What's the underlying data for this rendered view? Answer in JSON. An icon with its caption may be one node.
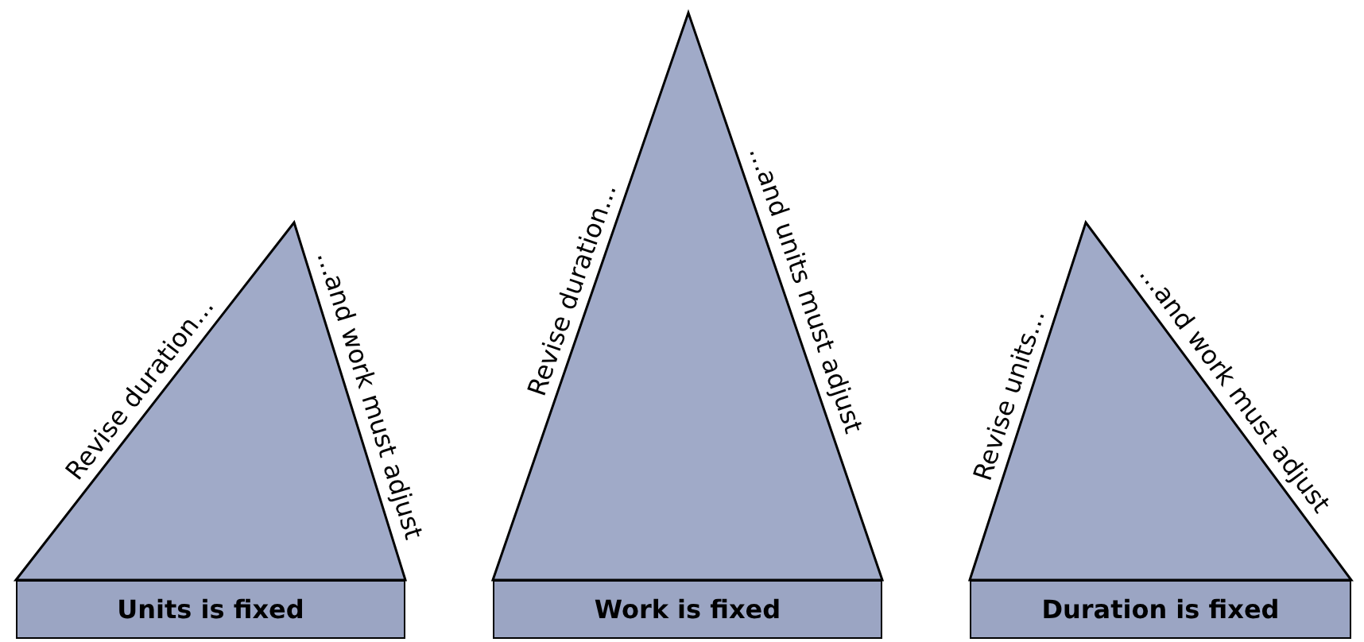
{
  "diagram": {
    "nodes": [
      {
        "text": [],
        "shape": "triangle",
        "beside": [
          "Revise duration...",
          "...and work must adjust"
        ]
      },
      {
        "text": [
          "Units is fixed"
        ]
      },
      {
        "text": [],
        "shape": "triangle",
        "beside": [
          "Revise duration...",
          "...and units must adjust"
        ]
      },
      {
        "text": [
          "Work is fixed"
        ]
      },
      {
        "text": [],
        "shape": "triangle",
        "beside": [
          "Revise units...",
          "...and work must adjust"
        ]
      },
      {
        "text": [
          "Duration is fixed"
        ]
      }
    ]
  }
}
